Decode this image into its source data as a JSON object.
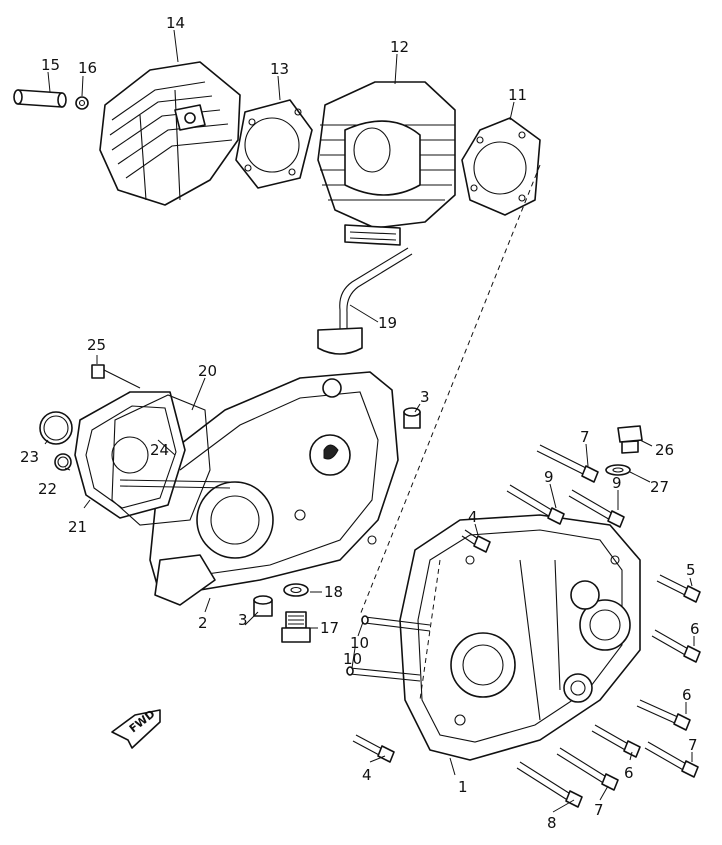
{
  "diagram": {
    "fwd_label": "FWD",
    "callouts": [
      {
        "key": "c1",
        "text": "1"
      },
      {
        "key": "c2",
        "text": "2"
      },
      {
        "key": "c3a",
        "text": "3"
      },
      {
        "key": "c3b",
        "text": "3"
      },
      {
        "key": "c4a",
        "text": "4"
      },
      {
        "key": "c4b",
        "text": "4"
      },
      {
        "key": "c5",
        "text": "5"
      },
      {
        "key": "c6a",
        "text": "6"
      },
      {
        "key": "c6b",
        "text": "6"
      },
      {
        "key": "c6c",
        "text": "6"
      },
      {
        "key": "c7a",
        "text": "7"
      },
      {
        "key": "c7b",
        "text": "7"
      },
      {
        "key": "c7c",
        "text": "7"
      },
      {
        "key": "c8",
        "text": "8"
      },
      {
        "key": "c9a",
        "text": "9"
      },
      {
        "key": "c9b",
        "text": "9"
      },
      {
        "key": "c10a",
        "text": "10"
      },
      {
        "key": "c10b",
        "text": "10"
      },
      {
        "key": "c11",
        "text": "11"
      },
      {
        "key": "c12",
        "text": "12"
      },
      {
        "key": "c13",
        "text": "13"
      },
      {
        "key": "c14",
        "text": "14"
      },
      {
        "key": "c15",
        "text": "15"
      },
      {
        "key": "c16",
        "text": "16"
      },
      {
        "key": "c17",
        "text": "17"
      },
      {
        "key": "c18",
        "text": "18"
      },
      {
        "key": "c19",
        "text": "19"
      },
      {
        "key": "c20",
        "text": "20"
      },
      {
        "key": "c21",
        "text": "21"
      },
      {
        "key": "c22",
        "text": "22"
      },
      {
        "key": "c23",
        "text": "23"
      },
      {
        "key": "c24",
        "text": "24"
      },
      {
        "key": "c25",
        "text": "25"
      },
      {
        "key": "c26",
        "text": "26"
      },
      {
        "key": "c27",
        "text": "27"
      }
    ]
  }
}
